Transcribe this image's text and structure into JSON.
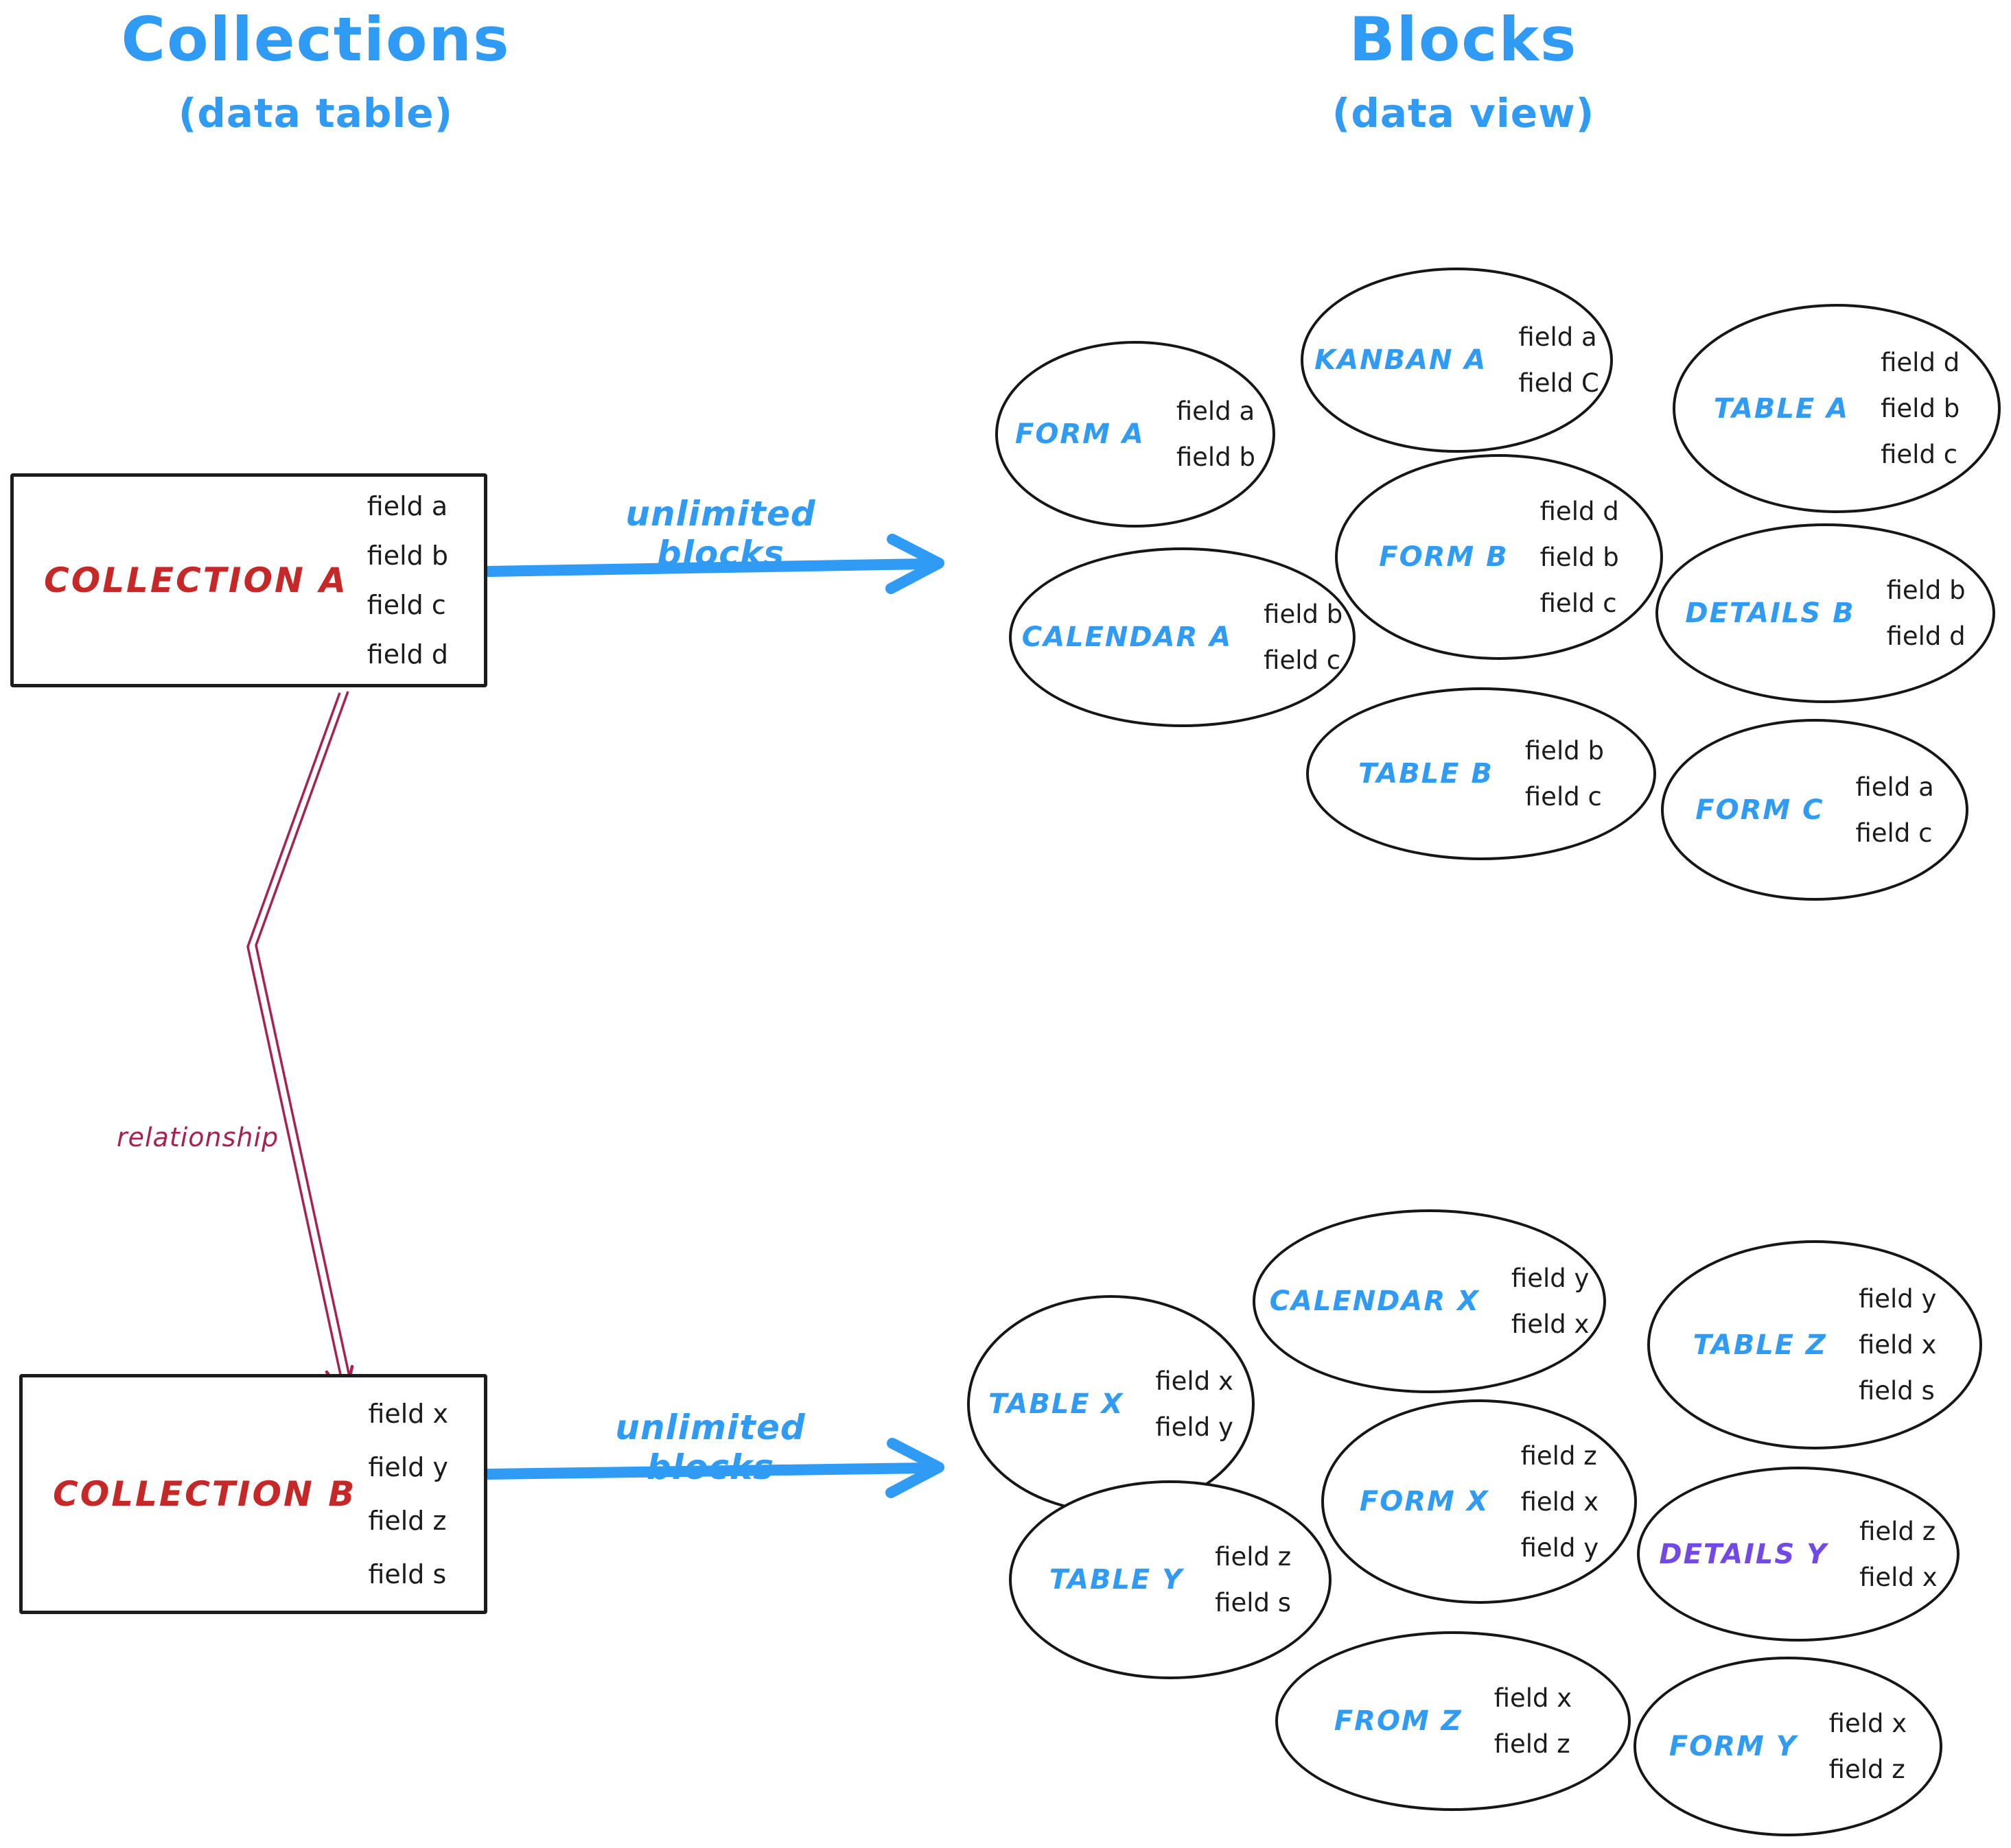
{
  "left_column": {
    "title": "Collections",
    "subtitle": "(data table)"
  },
  "right_column": {
    "title": "Blocks",
    "subtitle": "(data view)"
  },
  "collections": [
    {
      "name": "COLLECTION A",
      "fields": [
        "field a",
        "field b",
        "field c",
        "field d"
      ]
    },
    {
      "name": "COLLECTION B",
      "fields": [
        "field x",
        "field y",
        "field z",
        "field s"
      ]
    }
  ],
  "arrows": {
    "unlimited_blocks_top": "unlimited blocks",
    "unlimited_blocks_bottom": "unlimited blocks",
    "relationship": "relationship"
  },
  "blocks_top": [
    {
      "label": "FORM A",
      "fields": [
        "field a",
        "field b"
      ]
    },
    {
      "label": "KANBAN A",
      "fields": [
        "field a",
        "field C"
      ]
    },
    {
      "label": "TABLE A",
      "fields": [
        "field d",
        "field b",
        "field c"
      ]
    },
    {
      "label": "CALENDAR A",
      "fields": [
        "field b",
        "field c"
      ]
    },
    {
      "label": "FORM B",
      "fields": [
        "field d",
        "field b",
        "field c"
      ]
    },
    {
      "label": "DETAILS B",
      "fields": [
        "field b",
        "field d"
      ]
    },
    {
      "label": "TABLE B",
      "fields": [
        "field b",
        "field c"
      ]
    },
    {
      "label": "FORM C",
      "fields": [
        "field a",
        "field c"
      ]
    }
  ],
  "blocks_bottom": [
    {
      "label": "TABLE X",
      "fields": [
        "field x",
        "field y"
      ]
    },
    {
      "label": "CALENDAR X",
      "fields": [
        "field y",
        "field x"
      ]
    },
    {
      "label": "TABLE Z",
      "fields": [
        "field y",
        "field x",
        "field s"
      ]
    },
    {
      "label": "TABLE Y",
      "fields": [
        "field z",
        "field s"
      ]
    },
    {
      "label": "FORM X",
      "fields": [
        "field z",
        "field x",
        "field y"
      ]
    },
    {
      "label": "DETAILS Y",
      "fields": [
        "field z",
        "field x"
      ]
    },
    {
      "label": "FROM Z",
      "fields": [
        "field x",
        "field z"
      ]
    },
    {
      "label": "FORM Y",
      "fields": [
        "field x",
        "field z"
      ]
    }
  ],
  "colors": {
    "blue": "#2f9bf5",
    "red": "#c62828",
    "purple": "#7248e6",
    "crimson": "#a8224e",
    "ink": "#1b1b1b"
  }
}
